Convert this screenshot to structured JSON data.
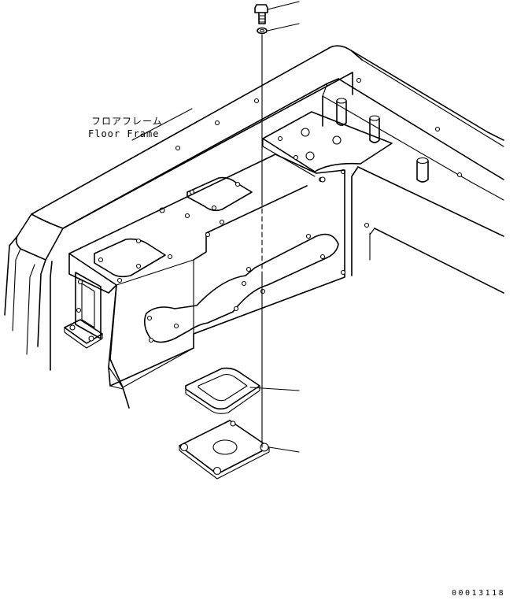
{
  "labels": {
    "floor_frame_jp": "フロアフレーム",
    "floor_frame_en": "Floor Frame"
  },
  "drawing_number": "00013118"
}
